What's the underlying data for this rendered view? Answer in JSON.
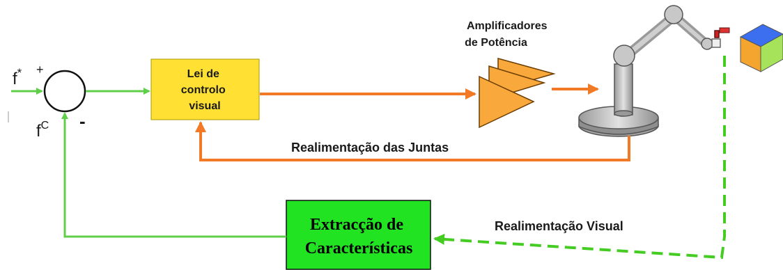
{
  "input_signal": {
    "symbol": "f",
    "superscript": "*",
    "sign": "+"
  },
  "feedback_signal": {
    "symbol": "f",
    "superscript": "C",
    "sign": "-"
  },
  "controller_block": {
    "lines": [
      "Lei de",
      "controlo",
      "visual"
    ]
  },
  "amplifier": {
    "lines": [
      "Amplificadores",
      "de Potência"
    ]
  },
  "joint_feedback_label": "Realimentação das Juntas",
  "visual_feedback_label": "Realimentação Visual",
  "feature_block": {
    "lines": [
      "Extracção de",
      "Características"
    ]
  },
  "colors": {
    "visual_path": "#5fce4a",
    "joint_path": "#f27a26",
    "controller_fill": "#ffe033",
    "feature_fill": "#22e322",
    "amplifier_fill": "#f9a93c",
    "robot_body": "#b9b9b9",
    "dashed_visual": "#44cc22"
  }
}
